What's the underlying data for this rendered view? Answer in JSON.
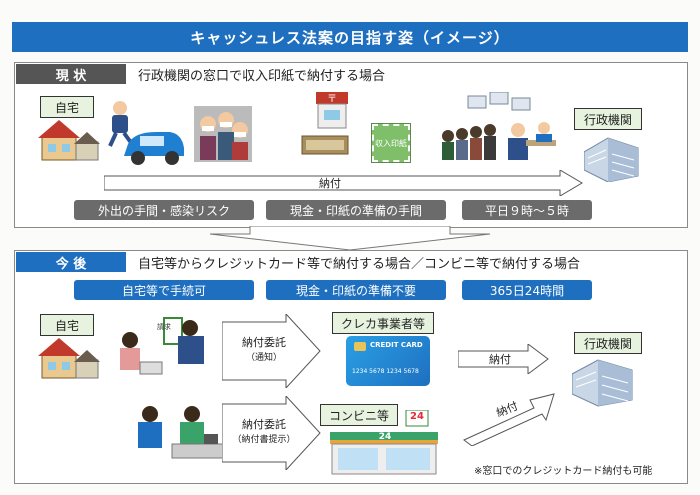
{
  "title": "キャッシュレス法案の目指す姿（イメージ）",
  "current": {
    "tab": "現 状",
    "heading": "行政機関の窓口で収入印紙で納付する場合",
    "home_label": "自宅",
    "gov_label": "行政機関",
    "arrow_label": "納付",
    "stamp_text": "収入印紙",
    "pills": [
      "外出の手間・感染リスク",
      "現金・印紙の準備の手間",
      "平日９時～５時"
    ]
  },
  "future": {
    "tab": "今 後",
    "heading": "自宅等からクレジットカード等で納付する場合／コンビニ等で納付する場合",
    "pills": [
      "自宅等で手続可",
      "現金・印紙の準備不要",
      "365日24時間"
    ],
    "home_label": "自宅",
    "gov_label": "行政機関",
    "credit_label": "クレカ事業者等",
    "conbini_label": "コンビニ等",
    "card_text": "CREDIT CARD",
    "card_number": "1234 5678 1234 5678",
    "store_sign": "24",
    "phone_text": "請求",
    "delegate1_title": "納付委託",
    "delegate1_sub": "（通知）",
    "delegate2_title": "納付委託",
    "delegate2_sub": "（納付書提示）",
    "pay_label_1": "納付",
    "pay_label_2": "納付",
    "note": "※窓口でのクレジットカード納付も可能"
  },
  "colors": {
    "primary_blue": "#1e6fbf",
    "gray_pill": "#6b6b6b",
    "label_green": "#e7f3de"
  }
}
